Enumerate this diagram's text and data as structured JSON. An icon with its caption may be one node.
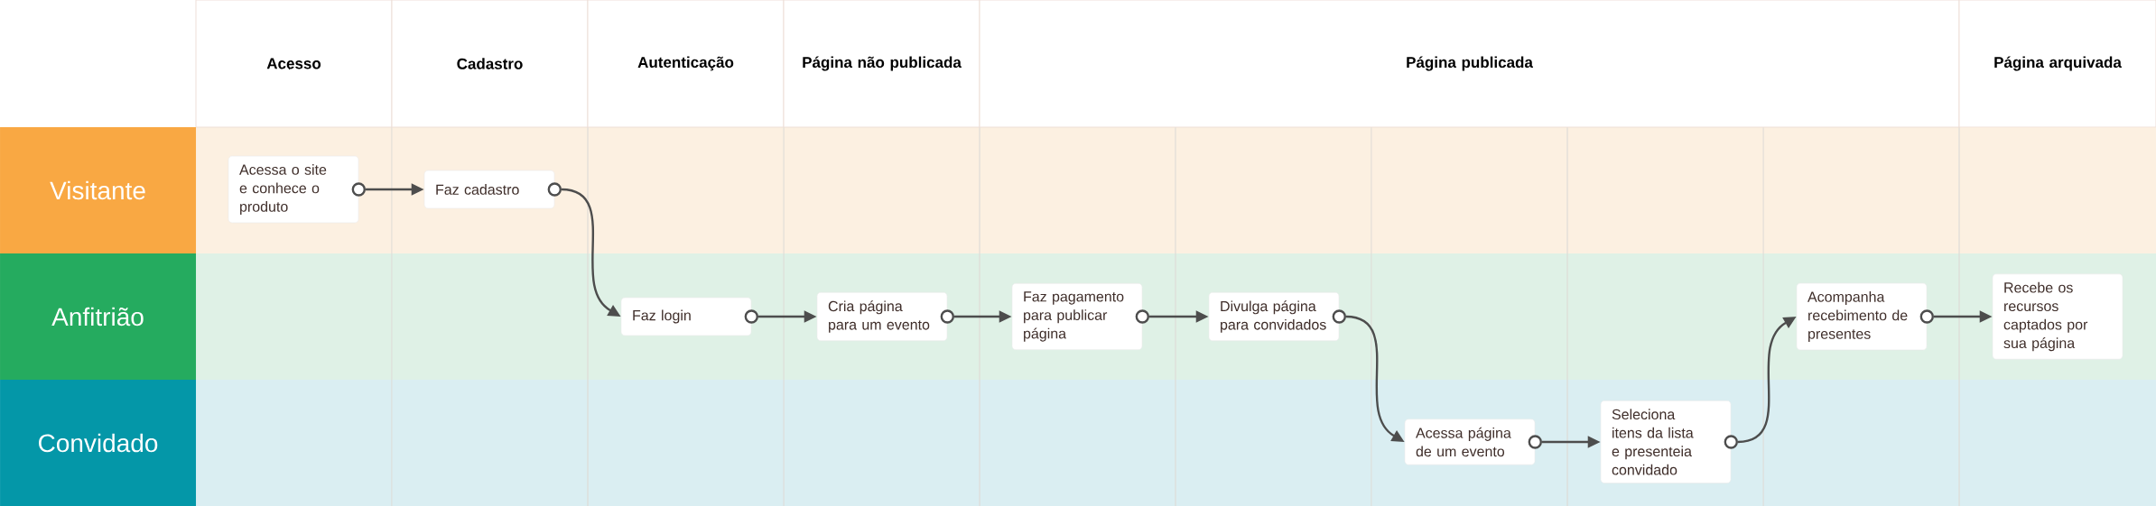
{
  "diagram": {
    "nodes": [
      {
        "text": [
          "Acesso"
        ]
      },
      {
        "text": [
          "Cadastro"
        ]
      },
      {
        "text": [
          "Autenticação"
        ]
      },
      {
        "text": [
          "Página não publicada"
        ]
      },
      {
        "text": [
          "Página publicada"
        ]
      },
      {
        "text": [
          "Página arquivada"
        ]
      },
      {
        "text": [
          "Visitante"
        ]
      },
      {
        "text": [
          "Anfitrião"
        ]
      },
      {
        "text": [
          "Convidado"
        ]
      },
      {
        "text": [
          "Acessa o site e conhece o produto"
        ]
      },
      {
        "text": [
          "Faz cadastro"
        ]
      },
      {
        "text": [
          "Faz login"
        ]
      },
      {
        "text": [
          "Cria página para um evento"
        ]
      },
      {
        "text": [
          "Faz pagamento para publicar página"
        ]
      },
      {
        "text": [
          "Divulga página para convidados"
        ]
      },
      {
        "text": [
          "Acessa página de um evento"
        ]
      },
      {
        "text": [
          "Seleciona itens da lista e presenteia convidado"
        ]
      },
      {
        "text": [
          "Acompanha recebimento de presentes"
        ]
      },
      {
        "text": [
          "Recebe os recursos captados por sua página"
        ]
      }
    ],
    "edges": [
      {
        "from": 9,
        "to": 10,
        "arrow": "to"
      },
      {
        "from": 10,
        "to": 11,
        "arrow": "to"
      },
      {
        "from": 11,
        "to": 12,
        "arrow": "to"
      },
      {
        "from": 12,
        "to": 13,
        "arrow": "to"
      },
      {
        "from": 13,
        "to": 14,
        "arrow": "to"
      },
      {
        "from": 14,
        "to": 15,
        "arrow": "to"
      },
      {
        "from": 15,
        "to": 16,
        "arrow": "to"
      },
      {
        "from": 16,
        "to": 17,
        "arrow": "to"
      },
      {
        "from": 17,
        "to": 18,
        "arrow": "to"
      }
    ]
  }
}
